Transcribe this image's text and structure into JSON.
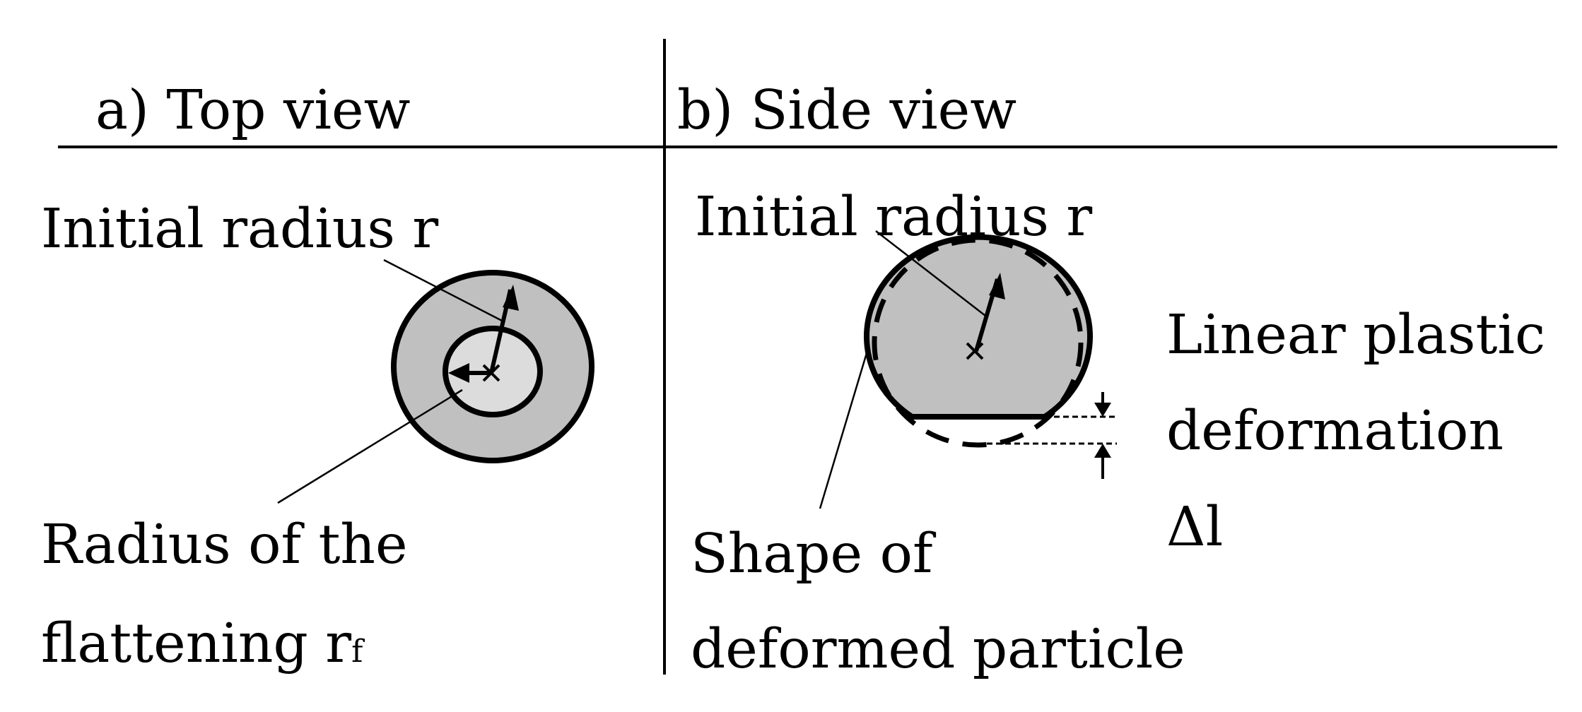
{
  "panels": {
    "top_view": {
      "title": "a) Top view",
      "initial_radius_label": "Initial radius r",
      "flattening_label_line1": "Radius of the",
      "flattening_label_line2": "flattening r",
      "flattening_subscript": "f"
    },
    "side_view": {
      "title": "b) Side view",
      "initial_radius_label": "Initial radius r",
      "deformed_label_line1": "Shape of",
      "deformed_label_line2": "deformed particle",
      "deformation_label_line1": "Linear plastic",
      "deformation_label_line2": "deformation",
      "deformation_label_line3": "Δl"
    }
  },
  "colors": {
    "particle_fill": "#c0c0c0",
    "flattened_fill": "#dcdcdc",
    "stroke": "#000000"
  }
}
